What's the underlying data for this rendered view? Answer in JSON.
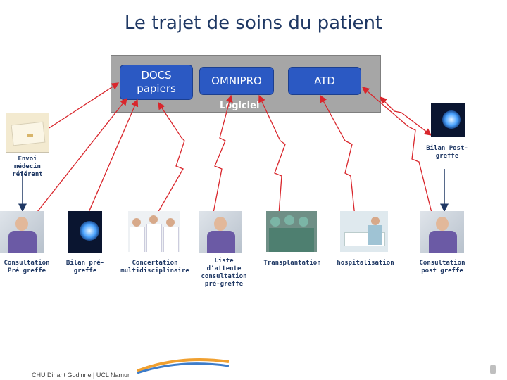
{
  "title": "Le trajet de soins du patient",
  "systems": {
    "docs": "DOCS papiers",
    "omnipro": "OMNIPRO",
    "atd": "ATD",
    "logiciel": "Logiciel"
  },
  "steps": {
    "envoi": "Envoi médecin référent",
    "bilan_post": "Bilan Post-greffe",
    "consult_pre": "Consultation Pré greffe",
    "bilan_pre": "Bilan pré-greffe",
    "concertation": "Concertation multidisciplinaire",
    "liste": "Liste d'attente consultation pré-greffe",
    "transplantation": "Transplantation",
    "hospitalisation": "hospitalisation",
    "consult_post": "Consultation post greffe"
  },
  "footer": "CHU Dinant Godinne | UCL Namur",
  "colors": {
    "title": "#1f3864",
    "button": "#2b59c3",
    "arrow": "#d9262c"
  }
}
